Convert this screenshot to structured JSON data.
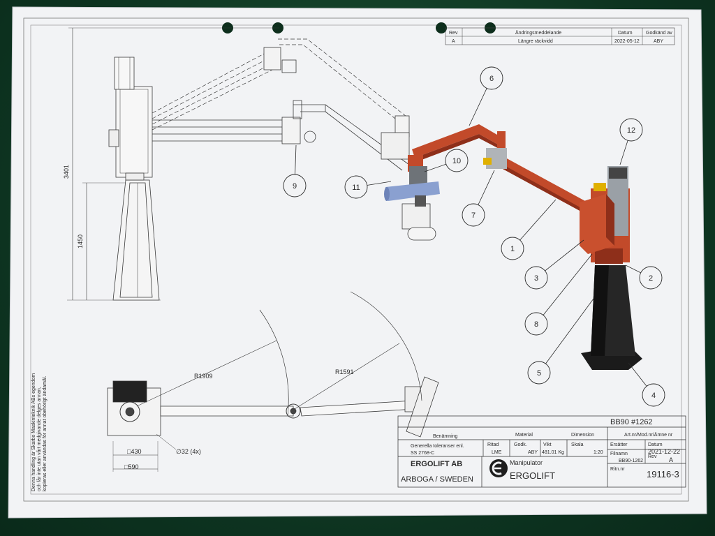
{
  "revision": {
    "headers": {
      "rev": "Rev",
      "change": "Ändringsmeddelande",
      "date": "Datum",
      "approved": "Godkänd av"
    },
    "row": {
      "rev": "A",
      "change": "Längre räckvidd",
      "date": "2022-05-12",
      "approved": "ABY"
    }
  },
  "dimensions": {
    "height_total": "3401",
    "height_stand": "1450",
    "radius_outer": "R1909",
    "radius_inner": "R1591",
    "base_inner": "430",
    "base_outer": "590",
    "holes": "32 (4x)"
  },
  "balloons": [
    "1",
    "2",
    "3",
    "4",
    "5",
    "6",
    "7",
    "8",
    "9",
    "10",
    "11",
    "12"
  ],
  "side_note": [
    "Denna handling är Skarbo Maskinteknik ABs egendom",
    "och får inte utan vårt medgivande delges annan,",
    "kopieras eller användas för annat obehörigt ändamål."
  ],
  "titleblock": {
    "ref": "BB90 #1262",
    "labels": {
      "name": "Benämning",
      "material": "Material",
      "dimension": "Dimension",
      "article": "Art.nr/Mod.nr/Ämne nr",
      "tolerance": "Generella toleranser enl.",
      "checked": "Ritad",
      "approved": "Godk.",
      "weight": "Vikt",
      "scale": "Skala",
      "replaces": "Ersätter",
      "date": "Datum",
      "filename": "Filnamn",
      "rev": "Rev",
      "drawing_no": "Ritn.nr"
    },
    "tolerance_std": "SS 2768-C",
    "checked": "LME",
    "approved": "ABY",
    "weight": "481.01 Kg",
    "scale": "1:20",
    "date": "2021-12-22",
    "filename": "BB90-1262",
    "rev": "A",
    "company": "ERGOLIFT AB",
    "city": "ARBOGA / SWEDEN",
    "product": "Manipulator",
    "brand": "ERGOLIFT",
    "drawing_no": "19116-3"
  },
  "colors": {
    "arm": "#c24a2a",
    "arm_dark": "#8e2f1a",
    "paper": "#f3f4f6",
    "line": "#3a3a3a",
    "table": "#2a2a2a"
  }
}
